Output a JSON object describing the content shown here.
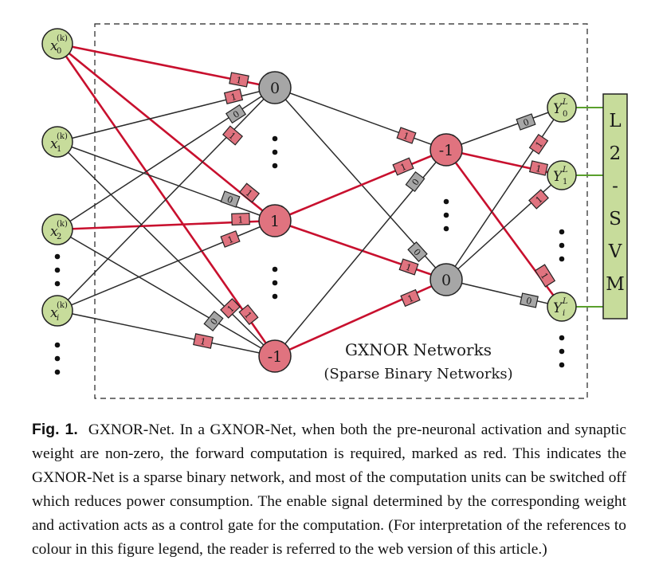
{
  "diagram": {
    "title": "GXNOR Networks",
    "subtitle": "(Sparse Binary Networks)",
    "svm_label": "L2-SVM",
    "input_nodes": [
      {
        "base": "x",
        "sup": "(k)",
        "sub": "0"
      },
      {
        "base": "x",
        "sup": "(k)",
        "sub": "1"
      },
      {
        "base": "x",
        "sup": "(k)",
        "sub": "2"
      },
      {
        "base": "x",
        "sup": "(k)",
        "sub": "i"
      }
    ],
    "hidden1_nodes": [
      "0",
      "1",
      "-1"
    ],
    "hidden2_nodes": [
      "-1",
      "0"
    ],
    "output_nodes": [
      {
        "base": "Y",
        "sup": "L",
        "sub": "0"
      },
      {
        "base": "Y",
        "sup": "L",
        "sub": "1"
      },
      {
        "base": "Y",
        "sup": "L",
        "sub": "i"
      }
    ],
    "colors": {
      "input_node": "#c7dc9b",
      "output_node": "#c7dc9b",
      "active_node": "#e0737f",
      "zero_node": "#a6a6a6",
      "active_edge": "#c8102e",
      "inactive_edge": "#2b2b2b",
      "svm_box": "#c7dc9b",
      "svm_link": "#5aa02c"
    }
  },
  "caption": {
    "label": "Fig. 1.",
    "text": "GXNOR-Net. In a GXNOR-Net, when both the pre-neuronal activation and synaptic weight are non-zero, the forward computation is required, marked as red. This indicates the GXNOR-Net is a sparse binary network, and most of the computation units can be switched off which reduces power consumption. The enable signal determined by the corresponding weight and activation acts as a control gate for the computation.  (For interpretation of the references to colour in this figure legend, the reader is referred to the web version of this article.)"
  }
}
